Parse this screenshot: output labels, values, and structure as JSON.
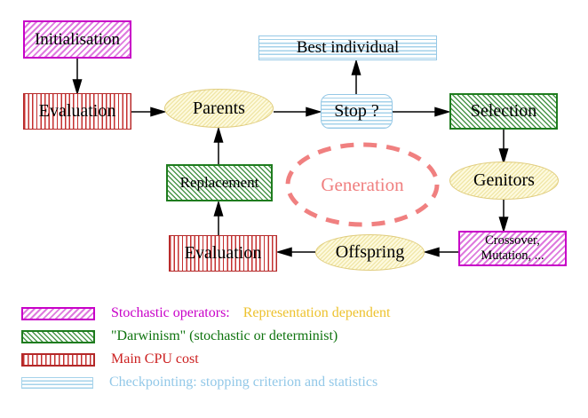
{
  "diagram": {
    "nodes": {
      "initialisation": "Initialisation",
      "evaluation_top": "Evaluation",
      "parents": "Parents",
      "best_individual": "Best individual",
      "stop": "Stop ?",
      "selection": "Selection",
      "genitors": "Genitors",
      "crossover_line1": "Crossover,",
      "crossover_line2": "Mutation, ...",
      "offspring": "Offspring",
      "evaluation_bottom": "Evaluation",
      "replacement": "Replacement",
      "generation": "Generation"
    },
    "edges": [
      "initialisation->evaluation_top",
      "evaluation_top->parents",
      "parents->stop",
      "stop->best_individual",
      "stop->selection",
      "selection->genitors",
      "genitors->crossover_mutation",
      "crossover_mutation->offspring",
      "offspring->evaluation_bottom",
      "evaluation_bottom->replacement",
      "replacement->parents"
    ]
  },
  "legend": {
    "items": [
      {
        "swatch": "magenta-diagonal-hatch",
        "label": "Stochastic operators:",
        "suffix": "Representation dependent",
        "label_color": "#C800C8",
        "suffix_color": "#EDC22E"
      },
      {
        "swatch": "green-diagonal-hatch",
        "label": "\"Darwinism\" (stochastic or determinist)",
        "label_color": "#0E730E"
      },
      {
        "swatch": "red-vertical-stripes",
        "label": "Main CPU cost",
        "label_color": "#CC2020"
      },
      {
        "swatch": "cyan-horizontal-stripes",
        "label": "Checkpointing: stopping criterion and statistics",
        "label_color": "#92C8E8"
      }
    ]
  },
  "colors": {
    "magenta_border": "#C800C8",
    "magenta_hatch": "#DE7ADE",
    "green_border": "#1E7C1E",
    "green_hatch": "#4A964A",
    "red_stripe": "#C43030",
    "cyan_stripe": "#A4D2EA",
    "yellow_fill": "#FDFADF",
    "yellow_border": "#E0CC7C",
    "gold_text": "#EDC22E",
    "salmon": "#F08080",
    "arrow": "#000000",
    "background": "#FFFFFF"
  }
}
